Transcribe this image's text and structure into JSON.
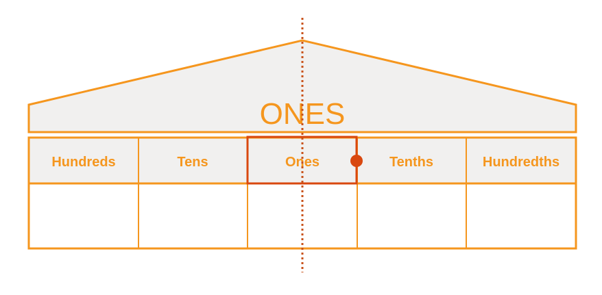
{
  "roof": {
    "title": "ONES"
  },
  "columns": [
    "Hundreds",
    "Tens",
    "Ones",
    "Tenths",
    "Hundredths"
  ],
  "highlighted_column": "Ones",
  "colors": {
    "outline": "#f5961e",
    "fill": "#f1f0ef",
    "highlight": "#d9480f",
    "decimal_point": "#d9480f",
    "divider_line": "#c9531c"
  }
}
